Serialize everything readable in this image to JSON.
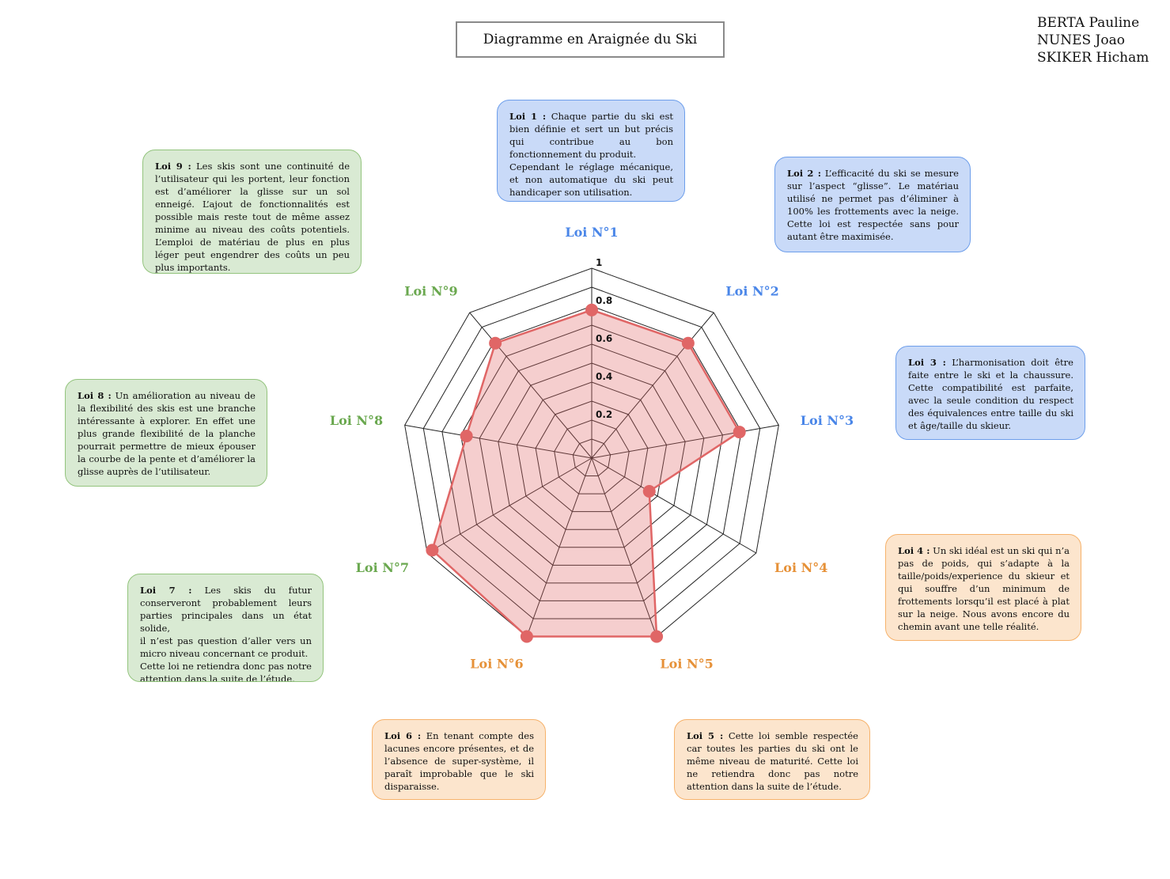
{
  "title": "Diagramme en Araignée du Ski",
  "authors": [
    "BERTA Pauline",
    "NUNES Joao",
    "SKIKER Hicham"
  ],
  "colors": {
    "blue_text": "#4a86e8",
    "orange_text": "#e69138",
    "green_text": "#6aa84f",
    "series_line": "#e06666",
    "series_fill": "#e06666"
  },
  "notes": [
    {
      "id": "n1",
      "bold": "Loi 1 :",
      "text": " Chaque partie du ski est bien définie et sert un but précis qui contribue au bon fonctionnement du produit.\nCependant le réglage mécanique, et non automatique du ski peut handicaper son utilisation.",
      "color": "blue"
    },
    {
      "id": "n2",
      "bold": "Loi 2 :",
      "text": " L’efficacité du ski se mesure sur l’aspect “glisse”. Le matériau utilisé ne permet pas d’éliminer à 100% les frottements avec la neige. Cette loi est respectée sans pour autant être maximisée.",
      "color": "blue"
    },
    {
      "id": "n3",
      "bold": "Loi 3 :",
      "text": "  L’harmonisation doit être faite entre le ski et la chaussure. Cette compatibilité est parfaite, avec la seule condition du respect des équivalences entre taille du ski et âge/taille du skieur.",
      "color": "blue"
    },
    {
      "id": "n4",
      "bold": "Loi 4 :",
      "text": " Un ski idéal est un ski qui n’a pas de poids, qui s’adapte à la taille/poids/experience du skieur et qui souffre d’un minimum de frottements lorsqu’il est placé à plat sur la neige. Nous avons encore du chemin avant une telle réalité.",
      "color": "orange"
    },
    {
      "id": "n5",
      "bold": "Loi 5 :",
      "text": " Cette loi semble respectée car toutes les parties du ski ont le même niveau de maturité. Cette loi ne retiendra donc pas notre attention dans la suite de l’étude.",
      "color": "orange"
    },
    {
      "id": "n6",
      "bold": "Loi 6 :",
      "text": "  En tenant compte des lacunes encore présentes, et de l’absence de super-système, il paraît improbable que le ski disparaisse.",
      "color": "orange"
    },
    {
      "id": "n7",
      "bold": "Loi 7 :",
      "text": " Les skis du futur conserveront probablement leurs parties principales dans un état solide,\nil n’est pas question d’aller vers un micro niveau concernant ce produit.\nCette loi ne retiendra donc pas notre attention dans la suite de l’étude.",
      "color": "green"
    },
    {
      "id": "n8",
      "bold": "Loi 8 :",
      "text": " Un amélioration au niveau de la flexibilité des skis est une branche intéressante à explorer. En effet une plus grande flexibilité de la planche pourrait permettre de mieux épouser la courbe de la pente et d’améliorer la glisse auprès de l’utilisateur.",
      "color": "green"
    },
    {
      "id": "n9",
      "bold": "Loi 9 :",
      "text": " Les skis sont une continuité de l’utilisateur qui les portent, leur fonction est d’améliorer la glisse sur un sol enneigé. L’ajout de fonctionnalités est possible mais reste tout de même assez minime au niveau des coûts potentiels. L’emploi de matériau de plus en plus léger peut engendrer des coûts un peu plus importants.",
      "color": "green"
    }
  ],
  "chart_data": {
    "type": "radar",
    "categories": [
      "Loi N°1",
      "Loi N°2",
      "Loi N°3",
      "Loi N°4",
      "Loi N°5",
      "Loi N°6",
      "Loi N°7",
      "Loi N°8",
      "Loi N°9"
    ],
    "category_colors": [
      "blue",
      "blue",
      "blue",
      "orange",
      "orange",
      "orange",
      "green",
      "green",
      "green"
    ],
    "series": [
      {
        "values": [
          0.78,
          0.79,
          0.79,
          0.35,
          1.0,
          1.0,
          0.97,
          0.67,
          0.79
        ]
      }
    ],
    "range": [
      0,
      1
    ],
    "tick_labels": [
      "0.2",
      "0.4",
      "0.6",
      "0.8",
      "1"
    ],
    "grid": true
  }
}
